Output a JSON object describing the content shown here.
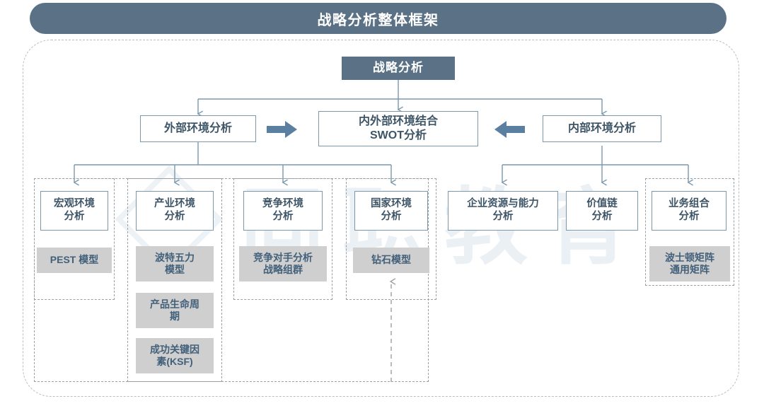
{
  "title": {
    "text": "战略分析整体框架"
  },
  "watermark": {
    "text": "同职教育"
  },
  "colors": {
    "title_bar_bg": "#5b7286",
    "root_bg": "#5b7286",
    "node_border": "#7b98ad",
    "node_text": "#3d5566",
    "sub_bg": "#cfcfcf",
    "sub_text": "#42607a",
    "connector": "#7b98ad",
    "dashed_border": "#9aa0a6",
    "arrow_fill": "#5b7fa0"
  },
  "root": {
    "label": "战略分析"
  },
  "level2": [
    {
      "label": "外部环境分析"
    },
    {
      "label": "内外部环境结合\nSWOT分析",
      "line1": "内外部环境结合",
      "line2": "SWOT分析"
    },
    {
      "label": "内部环境分析"
    }
  ],
  "arrows": [
    {
      "name": "arrow-right-to-swot",
      "direction": "right"
    },
    {
      "name": "arrow-left-to-swot",
      "direction": "left"
    }
  ],
  "external_groups": [
    {
      "head_line1": "宏观环境",
      "head_line2": "分析",
      "items": [
        {
          "line1": "PEST 模型"
        }
      ]
    },
    {
      "head_line1": "产业环境",
      "head_line2": "分析",
      "items": [
        {
          "line1": "波特五力",
          "line2": "模型"
        },
        {
          "line1": "产品生命周",
          "line2": "期"
        },
        {
          "line1": "成功关键因",
          "line2": "素(KSF)"
        }
      ]
    },
    {
      "head_line1": "竞争环境",
      "head_line2": "分析",
      "items": [
        {
          "line1": "竞争对手分析",
          "line2": "战略组群"
        }
      ]
    },
    {
      "head_line1": "国家环境",
      "head_line2": "分析",
      "items": [
        {
          "line1": "钻石模型"
        }
      ]
    }
  ],
  "internal_groups": [
    {
      "head_line1": "企业资源与能力",
      "head_line2": "分析",
      "items": []
    },
    {
      "head_line1": "价值链",
      "head_line2": "分析",
      "items": []
    },
    {
      "head_line1": "业务组合",
      "head_line2": "分析",
      "items": [
        {
          "line1": "波士顿矩阵",
          "line2": "通用矩阵"
        }
      ]
    }
  ]
}
